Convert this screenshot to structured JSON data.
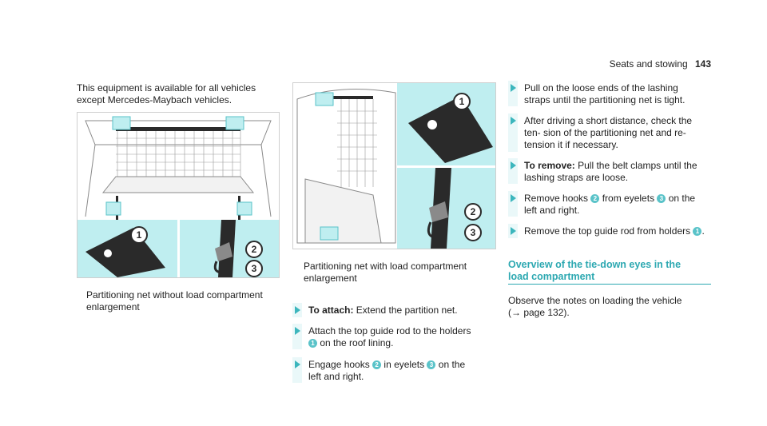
{
  "header": {
    "section": "Seats and stowing",
    "page_number": "143"
  },
  "left_column": {
    "intro": "This equipment is available for all vehicles except Mercedes-Maybach vehicles.",
    "figure_caption": "Partitioning net without load compartment enlargement",
    "callouts": [
      "1",
      "2",
      "3"
    ]
  },
  "middle_column": {
    "figure_caption": "Partitioning net with load compartment enlargement",
    "callouts": [
      "1",
      "2",
      "3"
    ],
    "steps": [
      {
        "bold": "To attach:",
        "parts": [
          " Extend the partition net."
        ]
      },
      {
        "parts": [
          "Attach the top guide rod to the holders ",
          "1",
          " on the roof lining."
        ]
      },
      {
        "parts": [
          "Engage hooks ",
          "2",
          " in eyelets ",
          "3",
          " on the left and right."
        ]
      }
    ]
  },
  "right_column": {
    "steps": [
      {
        "parts": [
          "Pull on the loose ends of the lashing straps until the partitioning net is tight."
        ]
      },
      {
        "parts": [
          "After driving a short distance, check the ten- sion of the partitioning net and re-tension it if necessary."
        ]
      },
      {
        "bold": "To remove:",
        "parts": [
          " Pull the belt clamps until the lashing straps are loose."
        ]
      },
      {
        "parts": [
          "Remove hooks ",
          "2",
          " from eyelets ",
          "3",
          " on the left and right."
        ]
      },
      {
        "parts": [
          "Remove the top guide rod from holders ",
          "1",
          "."
        ]
      }
    ],
    "section_title": "Overview of the tie-down eyes in the load compartment",
    "note": "Observe the notes on loading the vehicle (→ page 132)."
  },
  "colors": {
    "accent": "#2ca8b1",
    "inset": "#bfeef0",
    "callout": "#5ac3c9"
  }
}
